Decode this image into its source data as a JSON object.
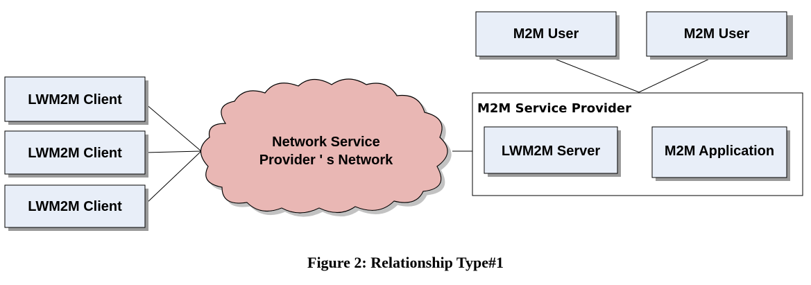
{
  "boxes": {
    "client_1": "LWM2M Client",
    "client_2": "LWM2M Client",
    "client_3": "LWM2M Client",
    "user_1": "M2M User",
    "user_2": "M2M User",
    "server": "LWM2M Server",
    "application": "M2M Application"
  },
  "network": {
    "line1": "Network Service",
    "line2": "Provider ' s Network"
  },
  "service_provider": {
    "title": "M2M Service Provider"
  },
  "caption": "Figure 2: Relationship Type#1",
  "colors": {
    "box_fill": "#E8EEF8",
    "cloud_fill": "#E9B7B4",
    "shadow": "#9A9A9A"
  }
}
